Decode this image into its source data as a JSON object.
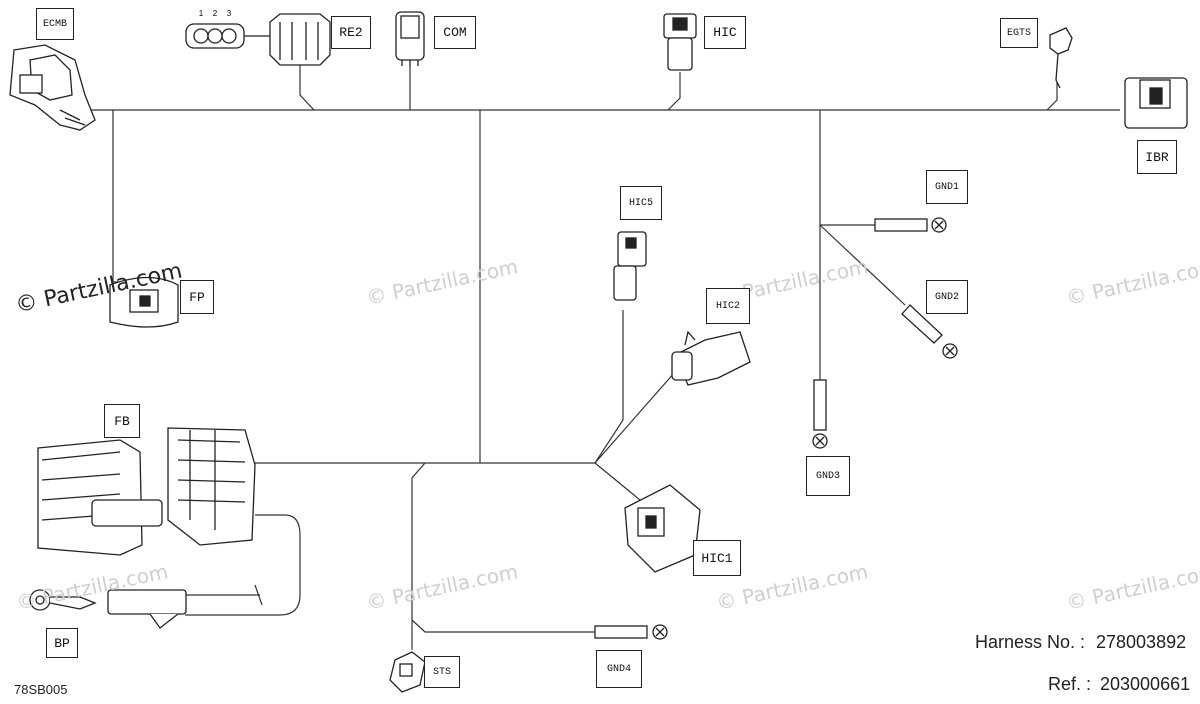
{
  "labels": {
    "ecmb": "ECMB",
    "re2": "RE2",
    "com": "COM",
    "hic": "HIC",
    "egts": "EGTS",
    "ibr": "IBR",
    "fp": "FP",
    "fb": "FB",
    "bp": "BP",
    "hic5": "HIC5",
    "hic2": "HIC2",
    "hic1": "HIC1",
    "gnd1": "GND1",
    "gnd2": "GND2",
    "gnd3": "GND3",
    "gnd4": "GND4",
    "sts": "STS"
  },
  "pin_numbers": [
    "1",
    "2",
    "3"
  ],
  "watermark": "© Partzilla.com",
  "harness": {
    "number_label": "Harness No. :",
    "number_value": "278003892",
    "ref_label": "Ref. :",
    "ref_value": "203000661"
  },
  "figure_id": "78SB005"
}
